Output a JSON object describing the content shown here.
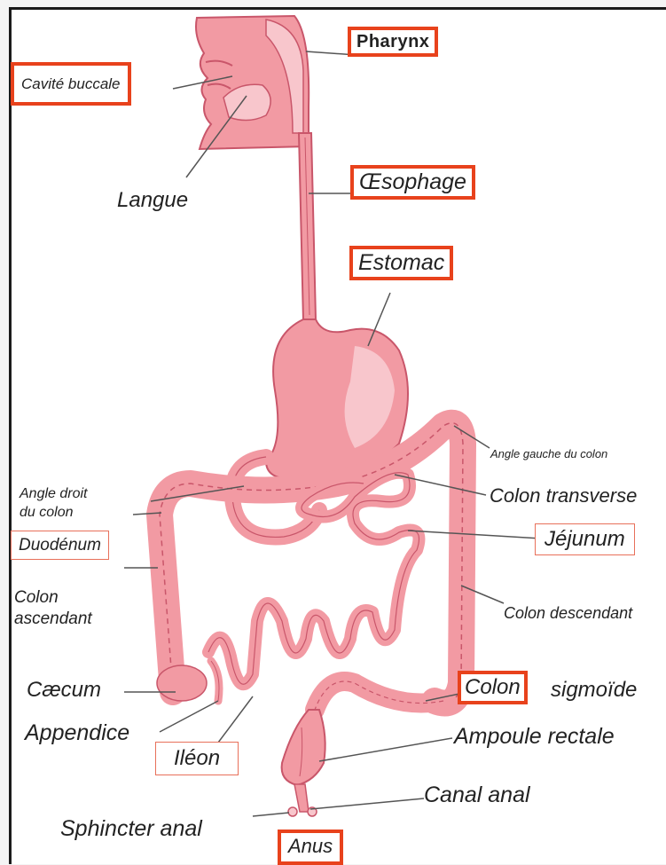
{
  "labels": {
    "pharynx": "Pharynx",
    "cavite_buccale": "Cavité buccale",
    "langue": "Langue",
    "oesophage": "Œsophage",
    "estomac": "Estomac",
    "angle_gauche": "Angle gauche du colon",
    "angle_droit_1": "Angle droit",
    "angle_droit_2": "du colon",
    "colon_transverse": "Colon transverse",
    "duodenum": "Duodénum",
    "jejunum": "Jéjunum",
    "colon_ascendant_1": "Colon",
    "colon_ascendant_2": "ascendant",
    "colon_descendant": "Colon descendant",
    "caecum": "Cæcum",
    "colon": "Colon",
    "sigmoide": "sigmoïde",
    "appendice": "Appendice",
    "ampoule_rectale": "Ampoule rectale",
    "ileon": "Iléon",
    "canal_anal": "Canal anal",
    "sphincter_anal": "Sphincter anal",
    "anus": "Anus"
  },
  "colors": {
    "organ": "#f29aa3",
    "organ_light": "#f8c6cc",
    "organ_dark": "#c9566a",
    "highlight_box": "#e8421c",
    "leader": "#555555"
  }
}
